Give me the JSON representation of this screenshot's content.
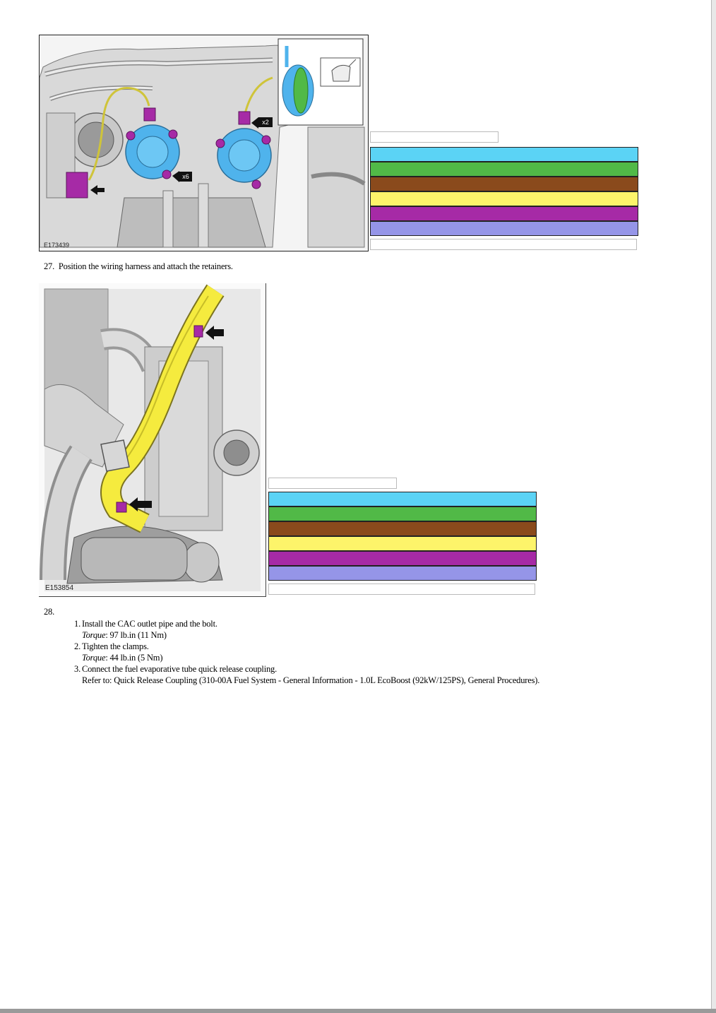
{
  "figures": [
    {
      "id": "E173439",
      "callouts": [
        "x2",
        "x6"
      ],
      "legend_colors": [
        "#5bd3f5",
        "#51b947",
        "#8a4a1c",
        "#fdf46a",
        "#a62aa6",
        "#9595e8"
      ]
    },
    {
      "id": "E153854",
      "legend_colors": [
        "#5bd3f5",
        "#51b947",
        "#8a4a1c",
        "#fdf46a",
        "#a62aa6",
        "#9595e8"
      ]
    }
  ],
  "steps": [
    {
      "number": "27.",
      "text": "Position the wiring harness and attach the retainers."
    },
    {
      "number": "28.",
      "substeps": [
        {
          "number": "1.",
          "text": "Install the CAC outlet pipe and the bolt.",
          "torque_label": "Torque",
          "torque_value": ": 97 lb.in (11 Nm)"
        },
        {
          "number": "2.",
          "text": "Tighten the clamps.",
          "torque_label": "Torque",
          "torque_value": ": 44 lb.in (5 Nm)"
        },
        {
          "number": "3.",
          "text": "Connect the fuel evaporative tube quick release coupling.",
          "refer": "Refer to: Quick Release Coupling (310-00A Fuel System - General Information - 1.0L EcoBoost (92kW/125PS), General Procedures)."
        }
      ]
    }
  ]
}
